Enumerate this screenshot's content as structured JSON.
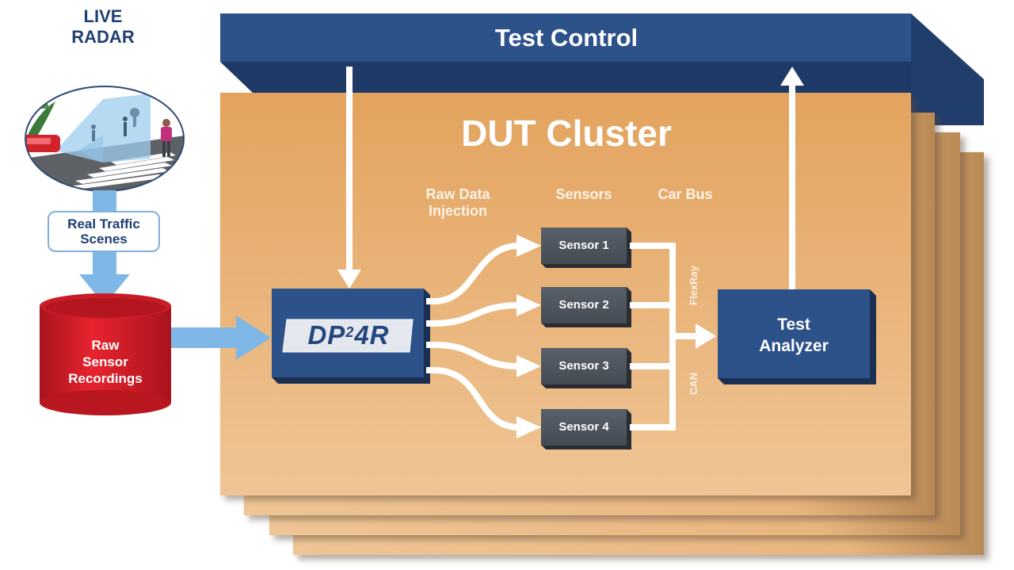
{
  "diagram": {
    "live_radar": {
      "title": "LIVE RADAR",
      "illustration": "traffic-scene-icon",
      "caption": "Real Traffic Scenes"
    },
    "recordings": {
      "label": "Raw Sensor Recordings",
      "shape": "database-cylinder-icon"
    },
    "test_control": {
      "title": "Test Control"
    },
    "dut_cluster": {
      "title": "DUT Cluster",
      "stack_layers": 4,
      "column_headers": [
        "Raw Data Injection",
        "Sensors",
        "Car Bus"
      ]
    },
    "injector": {
      "logo_main": "DP",
      "logo_sup": "2",
      "logo_end": "4R"
    },
    "sensors": [
      {
        "label": "Sensor 1"
      },
      {
        "label": "Sensor 2"
      },
      {
        "label": "Sensor 3"
      },
      {
        "label": "Sensor 4"
      }
    ],
    "bus_labels": {
      "upper": "FlexRay",
      "lower": "CAN"
    },
    "analyzer": {
      "label": "Test Analyzer"
    },
    "colors": {
      "navy": "#2b4f86",
      "navy_dark": "#1f3a66",
      "orange_top": "#e3a35e",
      "orange_bottom": "#efc595",
      "sensor_gray": "#4a525b",
      "light_blue": "#7fb8e6",
      "red": "#d11f2b"
    }
  }
}
